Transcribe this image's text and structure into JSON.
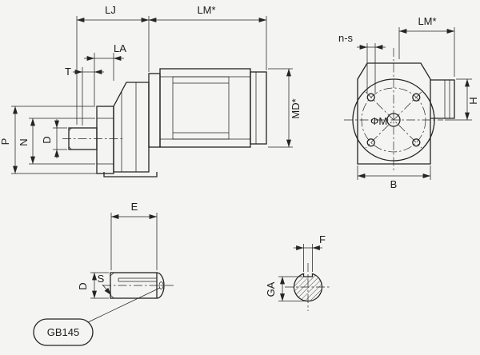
{
  "side_view": {
    "dim_lj": "LJ",
    "dim_lm": "LM*",
    "dim_la": "LA",
    "dim_t": "T",
    "dim_p": "P",
    "dim_n": "N",
    "dim_d": "D",
    "dim_md": "MD*"
  },
  "end_view": {
    "dim_n_s": "n-s",
    "dim_lm": "LM*",
    "dim_h": "H",
    "label_phi_m": "ΦM",
    "dim_b": "B"
  },
  "shaft_view": {
    "dim_e": "E",
    "dim_d": "D",
    "label_s": "S",
    "callout_gb145": "GB145"
  },
  "key_section_view": {
    "dim_f": "F",
    "dim_ga": "GA"
  }
}
